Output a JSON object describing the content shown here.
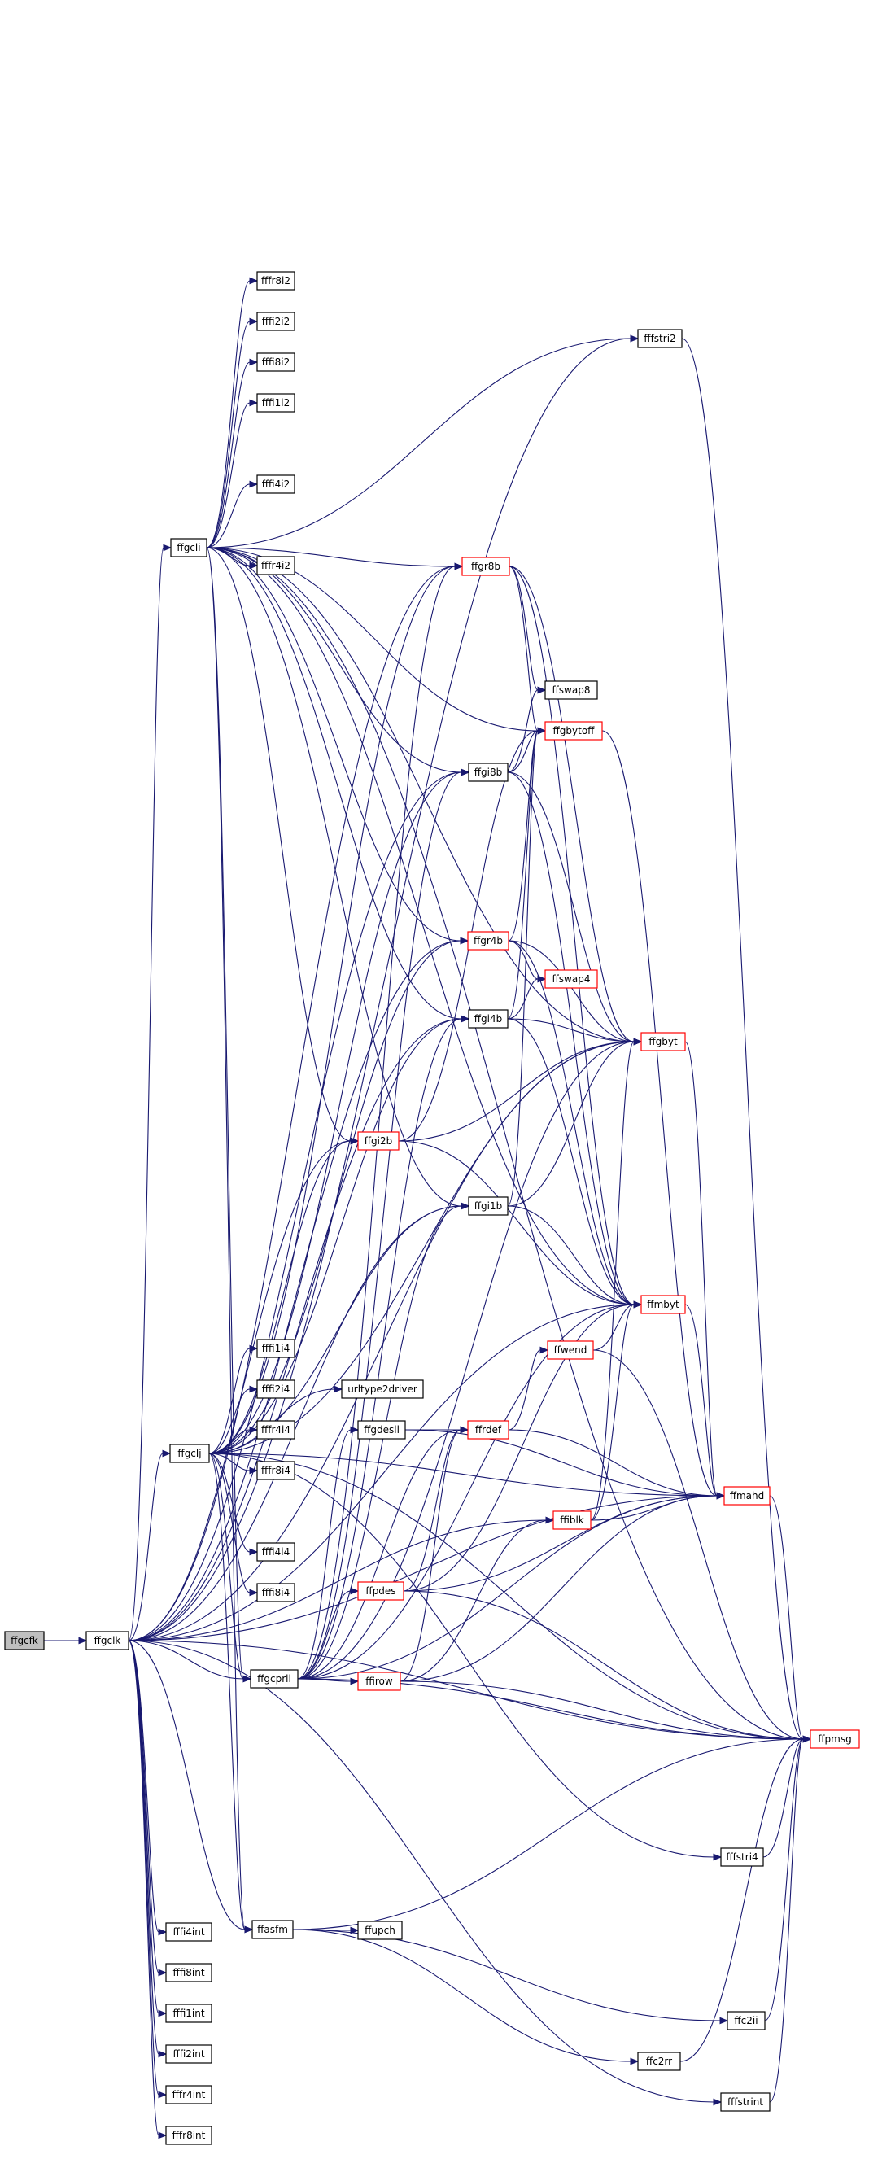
{
  "graph": {
    "type": "call-graph",
    "colors": {
      "edge": "#191970",
      "node_border": "#000000",
      "node_border_incomplete": "#ff0000",
      "root_fill": "#bfbfbf"
    },
    "nodes": [
      {
        "id": "ffgcfk",
        "label": "ffgcfk",
        "root": true
      },
      {
        "id": "ffgclk",
        "label": "ffgclk"
      },
      {
        "id": "ffgcli",
        "label": "ffgcli"
      },
      {
        "id": "ffgclj",
        "label": "ffgclj"
      },
      {
        "id": "ffgcprll",
        "label": "ffgcprll"
      },
      {
        "id": "ffasfm",
        "label": "ffasfm"
      },
      {
        "id": "fffr8i2",
        "label": "fffr8i2"
      },
      {
        "id": "fffi2i2",
        "label": "fffi2i2"
      },
      {
        "id": "fffi8i2",
        "label": "fffi8i2"
      },
      {
        "id": "fffi1i2",
        "label": "fffi1i2"
      },
      {
        "id": "fffi4i2",
        "label": "fffi4i2"
      },
      {
        "id": "fffr4i2",
        "label": "fffr4i2"
      },
      {
        "id": "ffgr8b",
        "label": "ffgr8b",
        "red": true
      },
      {
        "id": "ffswap8",
        "label": "ffswap8"
      },
      {
        "id": "ffgbytoff",
        "label": "ffgbytoff",
        "red": true
      },
      {
        "id": "ffgi8b",
        "label": "ffgi8b"
      },
      {
        "id": "ffgr4b",
        "label": "ffgr4b",
        "red": true
      },
      {
        "id": "ffswap4",
        "label": "ffswap4",
        "red": true
      },
      {
        "id": "ffgi4b",
        "label": "ffgi4b"
      },
      {
        "id": "ffgbyt",
        "label": "ffgbyt",
        "red": true
      },
      {
        "id": "ffgi2b",
        "label": "ffgi2b",
        "red": true
      },
      {
        "id": "ffgi1b",
        "label": "ffgi1b"
      },
      {
        "id": "ffmbyt",
        "label": "ffmbyt",
        "red": true
      },
      {
        "id": "ffpmsg",
        "label": "ffpmsg",
        "red": true
      },
      {
        "id": "fffstri2",
        "label": "fffstri2"
      },
      {
        "id": "fffi1i4",
        "label": "fffi1i4"
      },
      {
        "id": "fffi2i4",
        "label": "fffi2i4"
      },
      {
        "id": "fffr4i4",
        "label": "fffr4i4"
      },
      {
        "id": "fffr8i4",
        "label": "fffr8i4"
      },
      {
        "id": "fffi4i4",
        "label": "fffi4i4"
      },
      {
        "id": "fffi8i4",
        "label": "fffi8i4"
      },
      {
        "id": "urltype2driver",
        "label": "urltype2driver"
      },
      {
        "id": "ffgdesll",
        "label": "ffgdesll"
      },
      {
        "id": "ffrdef",
        "label": "ffrdef",
        "red": true
      },
      {
        "id": "ffwend",
        "label": "ffwend",
        "red": true
      },
      {
        "id": "ffmahd",
        "label": "ffmahd",
        "red": true
      },
      {
        "id": "ffiblk",
        "label": "ffiblk",
        "red": true
      },
      {
        "id": "ffpdes",
        "label": "ffpdes",
        "red": true
      },
      {
        "id": "ffirow",
        "label": "ffirow",
        "red": true
      },
      {
        "id": "fffstri4",
        "label": "fffstri4"
      },
      {
        "id": "ffupch",
        "label": "ffupch"
      },
      {
        "id": "ffc2ii",
        "label": "ffc2ii"
      },
      {
        "id": "ffc2rr",
        "label": "ffc2rr"
      },
      {
        "id": "fffstrint",
        "label": "fffstrint"
      },
      {
        "id": "fffi4int",
        "label": "fffi4int"
      },
      {
        "id": "fffi8int",
        "label": "fffi8int"
      },
      {
        "id": "fffi1int",
        "label": "fffi1int"
      },
      {
        "id": "fffi2int",
        "label": "fffi2int"
      },
      {
        "id": "fffr4int",
        "label": "fffr4int"
      },
      {
        "id": "fffr8int",
        "label": "fffr8int"
      }
    ],
    "edges": [
      [
        "ffgcfk",
        "ffgclk"
      ],
      [
        "ffgclk",
        "ffgcli"
      ],
      [
        "ffgclk",
        "ffgclj"
      ],
      [
        "ffgclk",
        "ffgcprll"
      ],
      [
        "ffgclk",
        "ffasfm"
      ],
      [
        "ffgclk",
        "ffpmsg"
      ],
      [
        "ffgclk",
        "ffgr8b"
      ],
      [
        "ffgclk",
        "ffgi8b"
      ],
      [
        "ffgclk",
        "ffgr4b"
      ],
      [
        "ffgclk",
        "ffgi4b"
      ],
      [
        "ffgclk",
        "ffgi2b"
      ],
      [
        "ffgclk",
        "ffgi1b"
      ],
      [
        "ffgclk",
        "ffgbyt"
      ],
      [
        "ffgclk",
        "ffmbyt"
      ],
      [
        "ffgclk",
        "ffmahd"
      ],
      [
        "ffgclk",
        "ffiblk"
      ],
      [
        "ffgclk",
        "fffstri2"
      ],
      [
        "ffgclk",
        "fffstrint"
      ],
      [
        "ffgclk",
        "fffi4int"
      ],
      [
        "ffgclk",
        "fffi8int"
      ],
      [
        "ffgclk",
        "fffi1int"
      ],
      [
        "ffgclk",
        "fffi2int"
      ],
      [
        "ffgclk",
        "fffr4int"
      ],
      [
        "ffgclk",
        "fffr8int"
      ],
      [
        "ffgcli",
        "fffr8i2"
      ],
      [
        "ffgcli",
        "fffi2i2"
      ],
      [
        "ffgcli",
        "fffi8i2"
      ],
      [
        "ffgcli",
        "fffi1i2"
      ],
      [
        "ffgcli",
        "fffi4i2"
      ],
      [
        "ffgcli",
        "fffr4i2"
      ],
      [
        "ffgcli",
        "ffgr8b"
      ],
      [
        "ffgcli",
        "ffgi8b"
      ],
      [
        "ffgcli",
        "ffgr4b"
      ],
      [
        "ffgcli",
        "ffgi4b"
      ],
      [
        "ffgcli",
        "ffgi2b"
      ],
      [
        "ffgcli",
        "ffgi1b"
      ],
      [
        "ffgcli",
        "ffmbyt"
      ],
      [
        "ffgcli",
        "ffgbyt"
      ],
      [
        "ffgcli",
        "ffpmsg"
      ],
      [
        "ffgcli",
        "fffstri2"
      ],
      [
        "ffgcli",
        "ffgcprll"
      ],
      [
        "ffgcli",
        "ffasfm"
      ],
      [
        "ffgcli",
        "ffgbytoff"
      ],
      [
        "ffgclj",
        "fffi1i4"
      ],
      [
        "ffgclj",
        "fffi2i4"
      ],
      [
        "ffgclj",
        "fffr4i4"
      ],
      [
        "ffgclj",
        "fffr8i4"
      ],
      [
        "ffgclj",
        "fffi4i4"
      ],
      [
        "ffgclj",
        "fffi8i4"
      ],
      [
        "ffgclj",
        "ffgr8b"
      ],
      [
        "ffgclj",
        "ffgi8b"
      ],
      [
        "ffgclj",
        "ffgr4b"
      ],
      [
        "ffgclj",
        "ffgi4b"
      ],
      [
        "ffgclj",
        "ffgi2b"
      ],
      [
        "ffgclj",
        "ffgi1b"
      ],
      [
        "ffgclj",
        "ffgbyt"
      ],
      [
        "ffgclj",
        "ffgcprll"
      ],
      [
        "ffgclj",
        "ffasfm"
      ],
      [
        "ffgclj",
        "ffpmsg"
      ],
      [
        "ffgclj",
        "fffstri4"
      ],
      [
        "ffgclj",
        "ffmahd"
      ],
      [
        "ffgclj",
        "urltype2driver"
      ],
      [
        "ffgcprll",
        "ffgdesll"
      ],
      [
        "ffgcprll",
        "ffrdef"
      ],
      [
        "ffgcprll",
        "ffpdes"
      ],
      [
        "ffgcprll",
        "ffirow"
      ],
      [
        "ffgcprll",
        "ffpmsg"
      ],
      [
        "ffgcprll",
        "ffmbyt"
      ],
      [
        "ffgcprll",
        "ffmahd"
      ],
      [
        "ffgcprll",
        "ffgi8b"
      ],
      [
        "ffgcprll",
        "ffgi4b"
      ],
      [
        "ffgcprll",
        "ffgi1b"
      ],
      [
        "ffgcprll",
        "ffgr8b"
      ],
      [
        "ffgcprll",
        "ffgbyt"
      ],
      [
        "ffgr8b",
        "ffswap8"
      ],
      [
        "ffgr8b",
        "ffgbytoff"
      ],
      [
        "ffgr8b",
        "ffgbyt"
      ],
      [
        "ffgr8b",
        "ffmbyt"
      ],
      [
        "ffgi8b",
        "ffswap8"
      ],
      [
        "ffgi8b",
        "ffgbytoff"
      ],
      [
        "ffgi8b",
        "ffgbyt"
      ],
      [
        "ffgi8b",
        "ffmbyt"
      ],
      [
        "ffgr4b",
        "ffswap4"
      ],
      [
        "ffgr4b",
        "ffgbytoff"
      ],
      [
        "ffgr4b",
        "ffgbyt"
      ],
      [
        "ffgr4b",
        "ffmbyt"
      ],
      [
        "ffgi4b",
        "ffswap4"
      ],
      [
        "ffgi4b",
        "ffgbytoff"
      ],
      [
        "ffgi4b",
        "ffgbyt"
      ],
      [
        "ffgi4b",
        "ffmbyt"
      ],
      [
        "ffgi2b",
        "ffgbytoff"
      ],
      [
        "ffgi2b",
        "ffgbyt"
      ],
      [
        "ffgi2b",
        "ffmbyt"
      ],
      [
        "ffgi1b",
        "ffgbytoff"
      ],
      [
        "ffgi1b",
        "ffgbyt"
      ],
      [
        "ffgi1b",
        "ffmbyt"
      ],
      [
        "ffgbytoff",
        "ffmahd"
      ],
      [
        "ffgbyt",
        "ffmahd"
      ],
      [
        "ffmbyt",
        "ffmahd"
      ],
      [
        "ffmahd",
        "ffpmsg"
      ],
      [
        "ffwend",
        "ffmbyt"
      ],
      [
        "ffwend",
        "ffpmsg"
      ],
      [
        "ffrdef",
        "ffwend"
      ],
      [
        "ffrdef",
        "ffmahd"
      ],
      [
        "ffgdesll",
        "ffrdef"
      ],
      [
        "ffgdesll",
        "ffmahd"
      ],
      [
        "ffiblk",
        "ffmbyt"
      ],
      [
        "ffiblk",
        "ffmahd"
      ],
      [
        "ffiblk",
        "ffgbyt"
      ],
      [
        "ffpdes",
        "ffrdef"
      ],
      [
        "ffpdes",
        "ffmbyt"
      ],
      [
        "ffpdes",
        "ffmahd"
      ],
      [
        "ffpdes",
        "ffpmsg"
      ],
      [
        "ffirow",
        "ffrdef"
      ],
      [
        "ffirow",
        "ffiblk"
      ],
      [
        "ffirow",
        "ffmahd"
      ],
      [
        "ffirow",
        "ffpmsg"
      ],
      [
        "fffstri2",
        "ffpmsg"
      ],
      [
        "fffstri4",
        "ffpmsg"
      ],
      [
        "ffasfm",
        "ffupch"
      ],
      [
        "ffasfm",
        "ffpmsg"
      ],
      [
        "ffasfm",
        "ffc2ii"
      ],
      [
        "ffasfm",
        "ffc2rr"
      ],
      [
        "ffc2ii",
        "ffpmsg"
      ],
      [
        "ffc2rr",
        "ffpmsg"
      ],
      [
        "fffstrint",
        "ffpmsg"
      ]
    ]
  }
}
